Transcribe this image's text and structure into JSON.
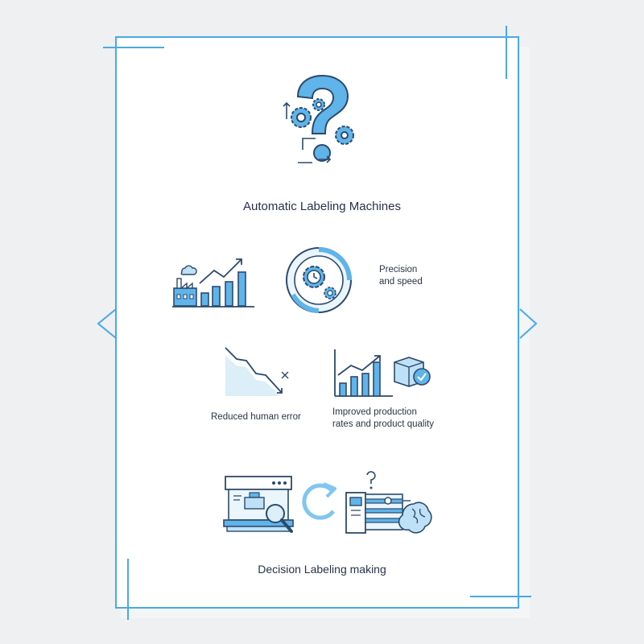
{
  "heading": "Automatic Labeling Machines",
  "precision_label": "Precision\nand speed",
  "reduced_error_label": "Reduced human error",
  "improved_label": "Improved production\nrates and product quality",
  "decision_label": "Decision Labeling making",
  "colors": {
    "accent": "#4aa9e6",
    "accent_light": "#bfe1f7",
    "stroke": "#2c4a6b",
    "fill": "#5fb4ea"
  },
  "icons": [
    "question-gears-icon",
    "factory-chart-icon",
    "gear-clock-icon",
    "declining-chart-icon",
    "growth-box-icon",
    "machine-inspection-icon",
    "cycle-arrow-icon",
    "machine-brain-icon"
  ]
}
